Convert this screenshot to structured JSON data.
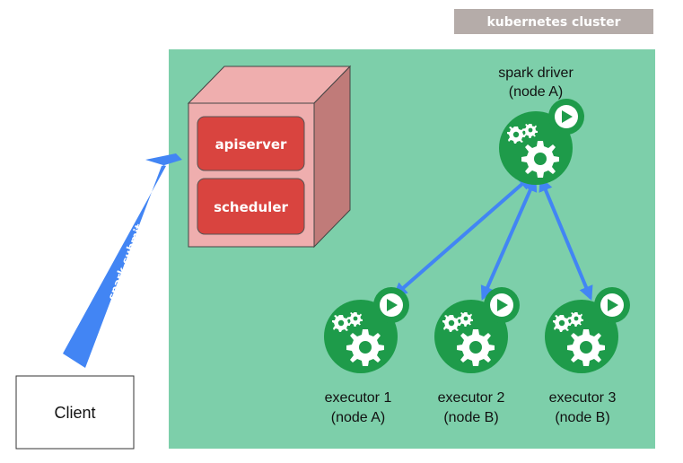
{
  "cluster": {
    "badge": "kubernetes cluster",
    "bg_color": "#7dcfaa",
    "badge_color": "#b5aca9"
  },
  "master": {
    "components": [
      "apiserver",
      "scheduler"
    ],
    "box_color": "#efaeae",
    "side_color": "#c07b79",
    "component_color": "#d9443f"
  },
  "client": {
    "label": "Client"
  },
  "submit": {
    "label": "spark-submit",
    "color": "#4285f4"
  },
  "driver": {
    "label_line1": "spark driver",
    "label_line2": "(node A)",
    "icon": "gears-play-icon",
    "color": "#1e9b4a"
  },
  "executors": [
    {
      "line1": "executor 1",
      "line2": "(node A)"
    },
    {
      "line1": "executor 2",
      "line2": "(node B)"
    },
    {
      "line1": "executor 3",
      "line2": "(node B)"
    }
  ]
}
